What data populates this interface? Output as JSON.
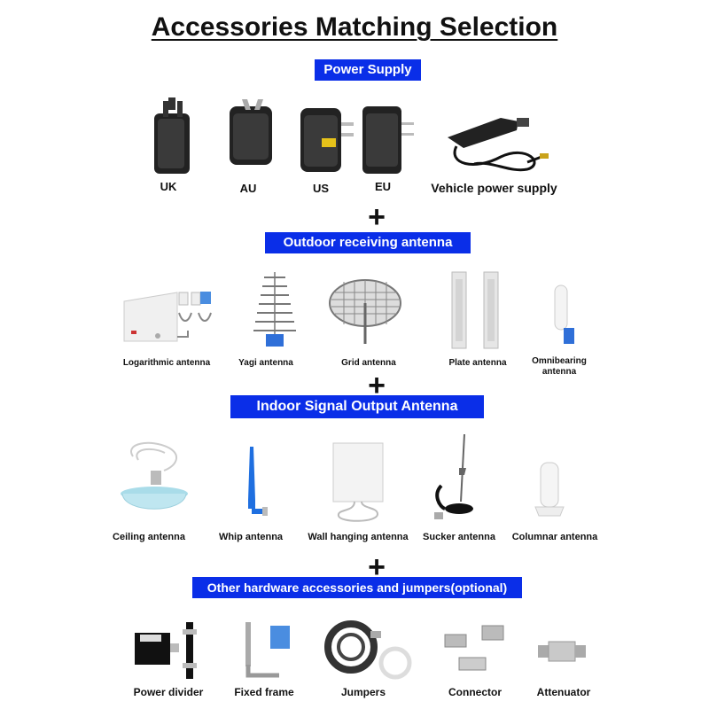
{
  "title": "Accessories Matching Selection",
  "sections": {
    "power": {
      "heading": "Power Supply",
      "items": [
        "UK",
        "AU",
        "US",
        "EU",
        "Vehicle power supply"
      ]
    },
    "outdoor": {
      "heading": "Outdoor receiving antenna",
      "items": [
        "Logarithmic antenna",
        "Yagi antenna",
        "Grid antenna",
        "Plate antenna",
        "Omnibearing antenna"
      ]
    },
    "indoor": {
      "heading": "Indoor Signal Output Antenna",
      "items": [
        "Ceiling antenna",
        "Whip antenna",
        "Wall hanging antenna",
        "Sucker antenna",
        "Columnar antenna"
      ]
    },
    "other": {
      "heading": "Other hardware accessories and jumpers(optional)",
      "items": [
        "Power divider",
        "Fixed frame",
        "Jumpers",
        "Connector",
        "Attenuator"
      ]
    }
  },
  "plus_sign": "+",
  "colors": {
    "band": "#0a2ee8",
    "antenna_blue": "#1f6fe0"
  }
}
